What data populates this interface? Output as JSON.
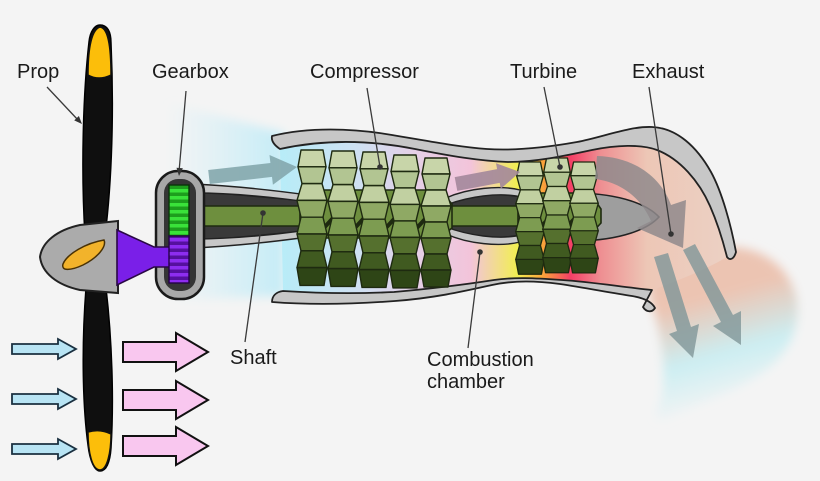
{
  "diagram": {
    "type": "turboprop-engine-cutaway",
    "labels": {
      "prop": "Prop",
      "gearbox": "Gearbox",
      "compressor": "Compressor",
      "turbine": "Turbine",
      "exhaust": "Exhaust",
      "shaft": "Shaft",
      "combustion_line1": "Combustion",
      "combustion_line2": "chamber"
    },
    "structure": {
      "compressor_stages": 5,
      "turbine_stages": 3,
      "intake_arrows": 3,
      "propwash_arrows": 3,
      "exhaust_plume_arrows": 2
    },
    "colors": {
      "background": "#f4f4f4",
      "nacelle_gray": "#c7c7c7",
      "dark_interior": "#3a3a3a",
      "shaft_green": "#6e8f3e",
      "prop_black": "#0f0f0f",
      "prop_tip_yellow": "#fcbe0a",
      "spinner_gray": "#ababab",
      "hub_blade_orange": "#f2b32b",
      "gear_green": "#35d435",
      "gear_shaft_purple": "#7a1fe8",
      "intake_cool_cyan": "#b6edf8",
      "compressed_pink": "#f3c4da",
      "combustion_yellow": "#f1ef52",
      "combustion_orange": "#fba43a",
      "hot_red": "#f43f66",
      "exhaust_salmon": "#edc7b6",
      "intake_arrow_blue": "#b8e4f4",
      "propwash_arrow_pink": "#f9c7ef",
      "flow_arrow_teal_gray": "#84a7ad",
      "flow_arrow_mauve_gray": "#a3879b",
      "exhaust_arrow_gray": "#7f9699"
    }
  }
}
